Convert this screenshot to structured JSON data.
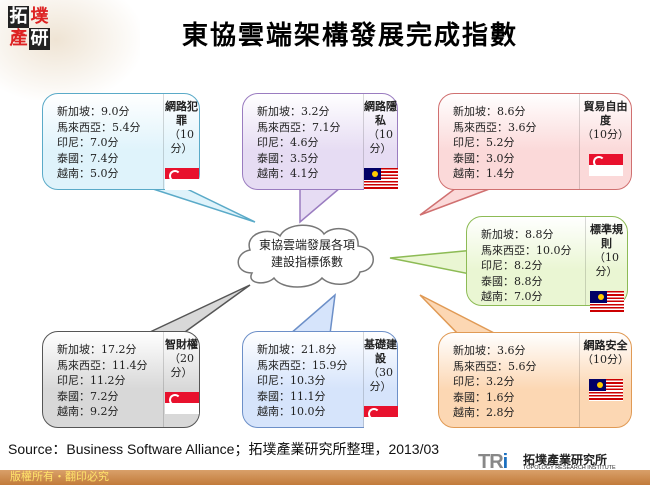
{
  "title": "東協雲端架構發展完成指數",
  "logo": [
    "拓",
    "墣",
    "產",
    "研"
  ],
  "center": {
    "line1": "東協雲端發展各項",
    "line2": "建設指標係數"
  },
  "callouts": [
    {
      "category": "網路犯罪",
      "max": "（10分）",
      "flag": "singapore-flag",
      "color": "#dff3fb",
      "lines": [
        "新加坡：9.0分",
        "馬來西亞：5.4分",
        "印尼：7.0分",
        "泰國：7.4分",
        "越南：5.0分"
      ]
    },
    {
      "category": "網路隱私",
      "max": "（10分）",
      "flag": "malaysia-flag",
      "color": "#e6dcf3",
      "lines": [
        "新加坡：3.2分",
        "馬來西亞：7.1分",
        "印尼：4.6分",
        "泰國：3.5分",
        "越南：4.1分"
      ]
    },
    {
      "category": "貿易自由度",
      "max": "（10分）",
      "flag": "singapore-flag",
      "color": "#fbd9d9",
      "lines": [
        "新加坡：8.6分",
        "馬來西亞：3.6分",
        "印尼：5.2分",
        "泰國：3.0分",
        "越南：1.4分"
      ]
    },
    {
      "category": "標準規則",
      "max": "（10分）",
      "flag": "malaysia-flag",
      "color": "#eaf6d3",
      "lines": [
        "新加坡：8.8分",
        "馬來西亞：10.0分",
        "印尼：8.2分",
        "泰國：8.8分",
        "越南：7.0分"
      ]
    },
    {
      "category": "智財權",
      "max": "（20分）",
      "flag": "singapore-flag",
      "color": "#d8d8d8",
      "lines": [
        "新加坡：17.2分",
        "馬來西亞：11.4分",
        "印尼：11.2分",
        "泰國：7.2分",
        "越南：9.2分"
      ]
    },
    {
      "category": "基礎建設",
      "max": "（30分）",
      "flag": "singapore-flag",
      "color": "#d6e4fb",
      "lines": [
        "新加坡：21.8分",
        "馬來西亞：15.9分",
        "印尼：10.3分",
        "泰國：11.1分",
        "越南：10.0分"
      ]
    },
    {
      "category": "網路安全",
      "max": "（10分）",
      "flag": "malaysia-flag",
      "color": "#fcd7b3",
      "lines": [
        "新加坡：3.6分",
        "馬來西亞：5.6分",
        "印尼：3.2分",
        "泰國：1.6分",
        "越南：2.8分"
      ]
    }
  ],
  "source": "Source：Business Software Alliance；拓墣產業研究所整理，2013/03",
  "footer": "版權所有‧翻印必究",
  "brand": {
    "mark_a": "TR",
    "mark_b": "i",
    "name": "拓墣產業研究所",
    "english": "TOPOLOGY RESEARCH INSTITUTE"
  }
}
